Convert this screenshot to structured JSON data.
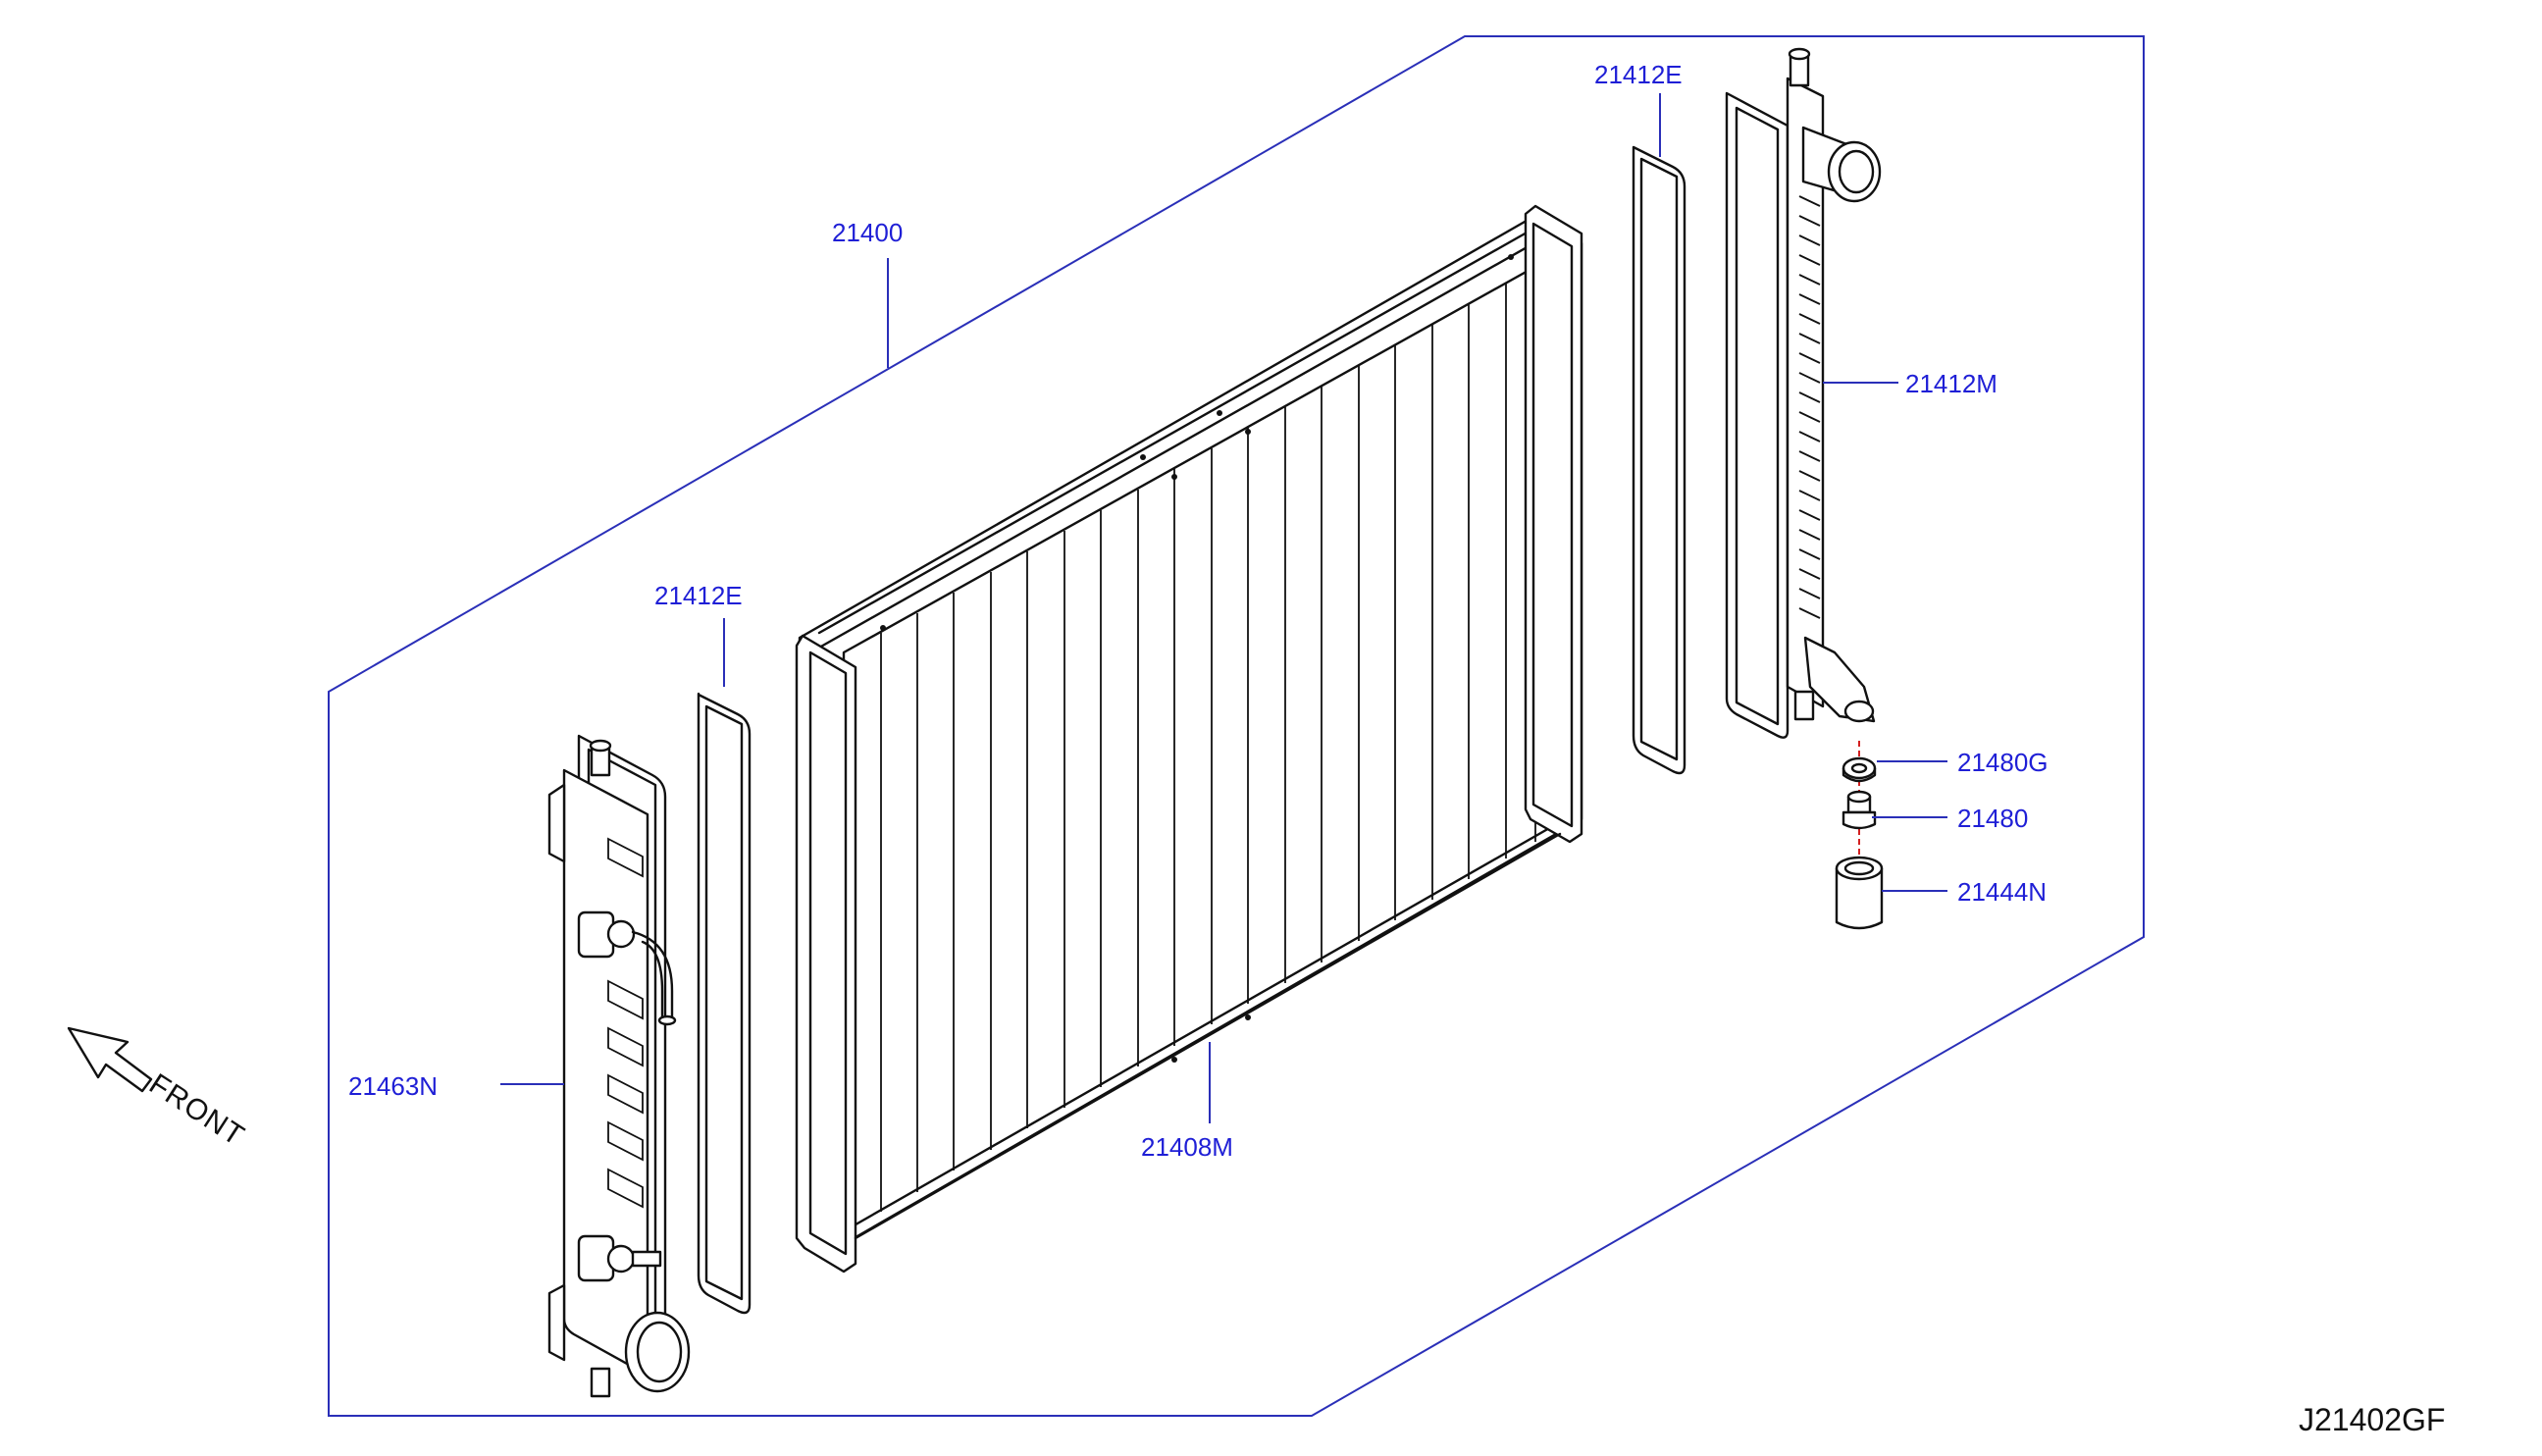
{
  "labels": {
    "radiator_assembly": "21400",
    "gasket_left": "21412E",
    "gasket_right": "21412E",
    "right_tank": "21412M",
    "left_tank": "21463N",
    "core": "21408M",
    "drain_washer": "21480G",
    "drain_plug": "21480",
    "grommet": "21444N"
  },
  "front_text": "FRONT",
  "diagram_code": "J21402GF",
  "colors": {
    "callout": "#1f1fd6",
    "frame_line": "#2a2fb8",
    "drawing_ink": "#111111",
    "drain_axis": "#d42020"
  }
}
